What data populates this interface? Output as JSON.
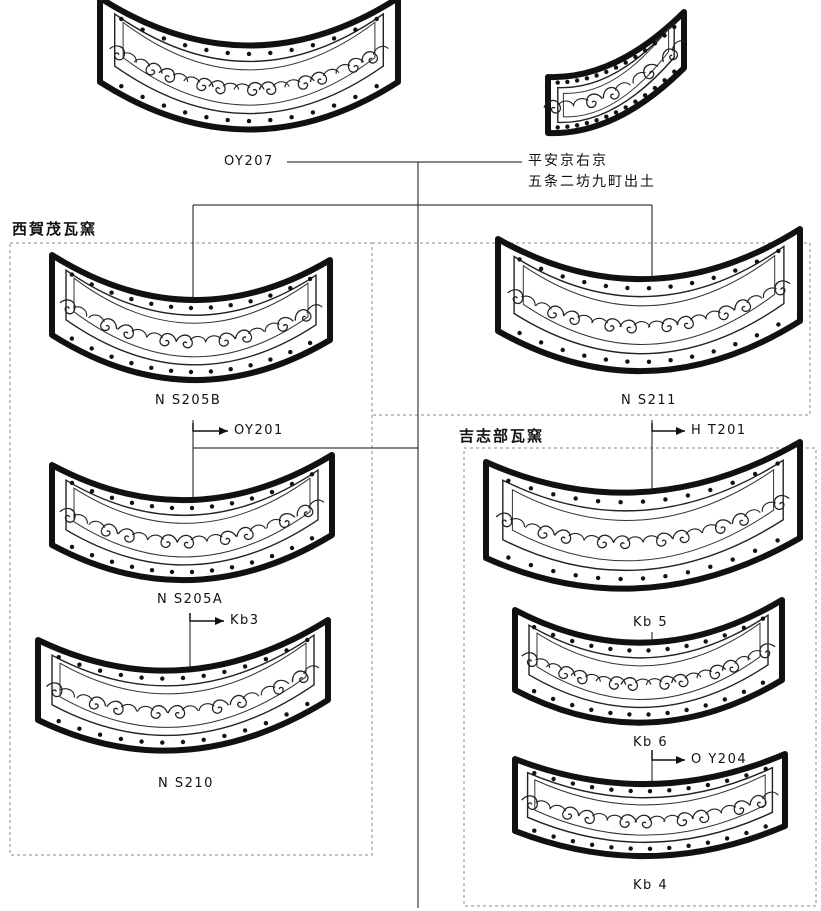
{
  "kilns": {
    "nishigamo": "西賀茂瓦窯",
    "yoshibe": "吉志部瓦窯"
  },
  "find_site": {
    "line1": "平安京右京",
    "line2": "五条二坊九町出土"
  },
  "tiles": {
    "oy207": "OY207",
    "ns205b": "N S205B",
    "ns205a": "N S205A",
    "ns210": "N S210",
    "ns211": "N S211",
    "kb5": "Kb 5",
    "kb6": "Kb 6",
    "kb4": "Kb 4"
  },
  "refs": {
    "oy201": "OY201",
    "kb3": "Kb3",
    "ht201": "H T201",
    "oy204": "O Y204"
  }
}
